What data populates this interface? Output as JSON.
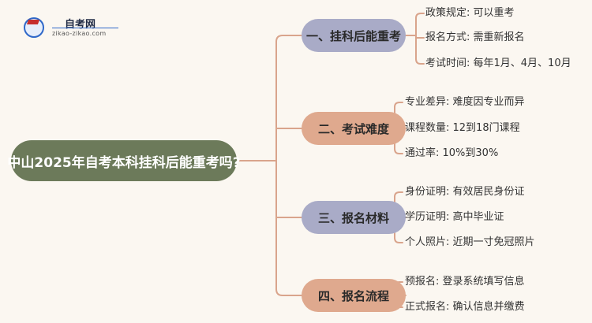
{
  "logo": {
    "title": "自考网",
    "subtitle": "zikao-zikao.com",
    "icon": "graduation-cap-icon"
  },
  "root": {
    "label": "中山2025年自考本科挂科后能重考吗?"
  },
  "colors": {
    "root": "#6c7a5a",
    "branch1": "#a9abc7",
    "branch2": "#dfa98e",
    "branch3": "#a9abc7",
    "branch4": "#dfa98e",
    "wire": "#d9a48c"
  },
  "branches": [
    {
      "label": "一、挂科后能重考",
      "leaves": [
        "政策规定: 可以重考",
        "报名方式: 需重新报名",
        "考试时间: 每年1月、4月、10月"
      ]
    },
    {
      "label": "二、考试难度",
      "leaves": [
        "专业差异: 难度因专业而异",
        "课程数量: 12到18门课程",
        "通过率: 10%到30%"
      ]
    },
    {
      "label": "三、报名材料",
      "leaves": [
        "身份证明: 有效居民身份证",
        "学历证明: 高中毕业证",
        "个人照片: 近期一寸免冠照片"
      ]
    },
    {
      "label": "四、报名流程",
      "leaves": [
        "预报名: 登录系统填写信息",
        "正式报名: 确认信息并缴费"
      ]
    }
  ]
}
